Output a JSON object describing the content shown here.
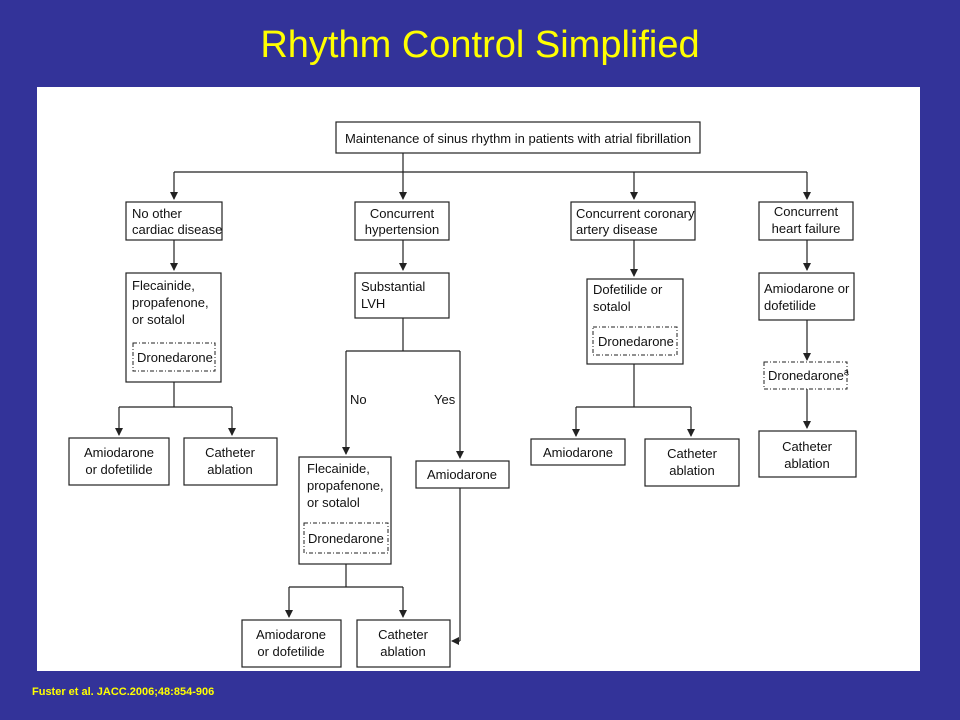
{
  "title": "Rhythm Control Simplified",
  "citation": "Fuster et al. JACC.2006;48:854-906",
  "colors": {
    "background": "#333399",
    "title": "#ffff00",
    "panel": "#ffffff"
  },
  "flowchart": {
    "root": "Maintenance of sinus rhythm in patients with atrial fibrillation",
    "no_other_disease": {
      "line1": "No other",
      "line2": "cardiac disease"
    },
    "hypertension": {
      "line1": "Concurrent",
      "line2": "hypertension"
    },
    "cad": {
      "line1": "Concurrent coronary",
      "line2": "artery disease"
    },
    "heart_failure": {
      "line1": "Concurrent",
      "line2": "heart failure"
    },
    "flecainide_1": {
      "line1": "Flecainide,",
      "line2": "propafenone,",
      "line3": "or sotalol"
    },
    "dronedarone": "Dronedarone",
    "dronedarone_superscript": "a",
    "substantial_lvh": {
      "line1": "Substantial",
      "line2": "LVH"
    },
    "dofetilide_sotalol": {
      "line1": "Dofetilide or",
      "line2": "sotalol"
    },
    "amiodarone_dofetilide_hf": {
      "line1": "Amiodarone or",
      "line2": "dofetilide"
    },
    "amiodarone_or_dofetilide": {
      "line1": "Amiodarone",
      "line2": "or dofetilide"
    },
    "catheter_ablation": {
      "line1": "Catheter",
      "line2": "ablation"
    },
    "amiodarone": "Amiodarone",
    "branch_no": "No",
    "branch_yes": "Yes"
  }
}
